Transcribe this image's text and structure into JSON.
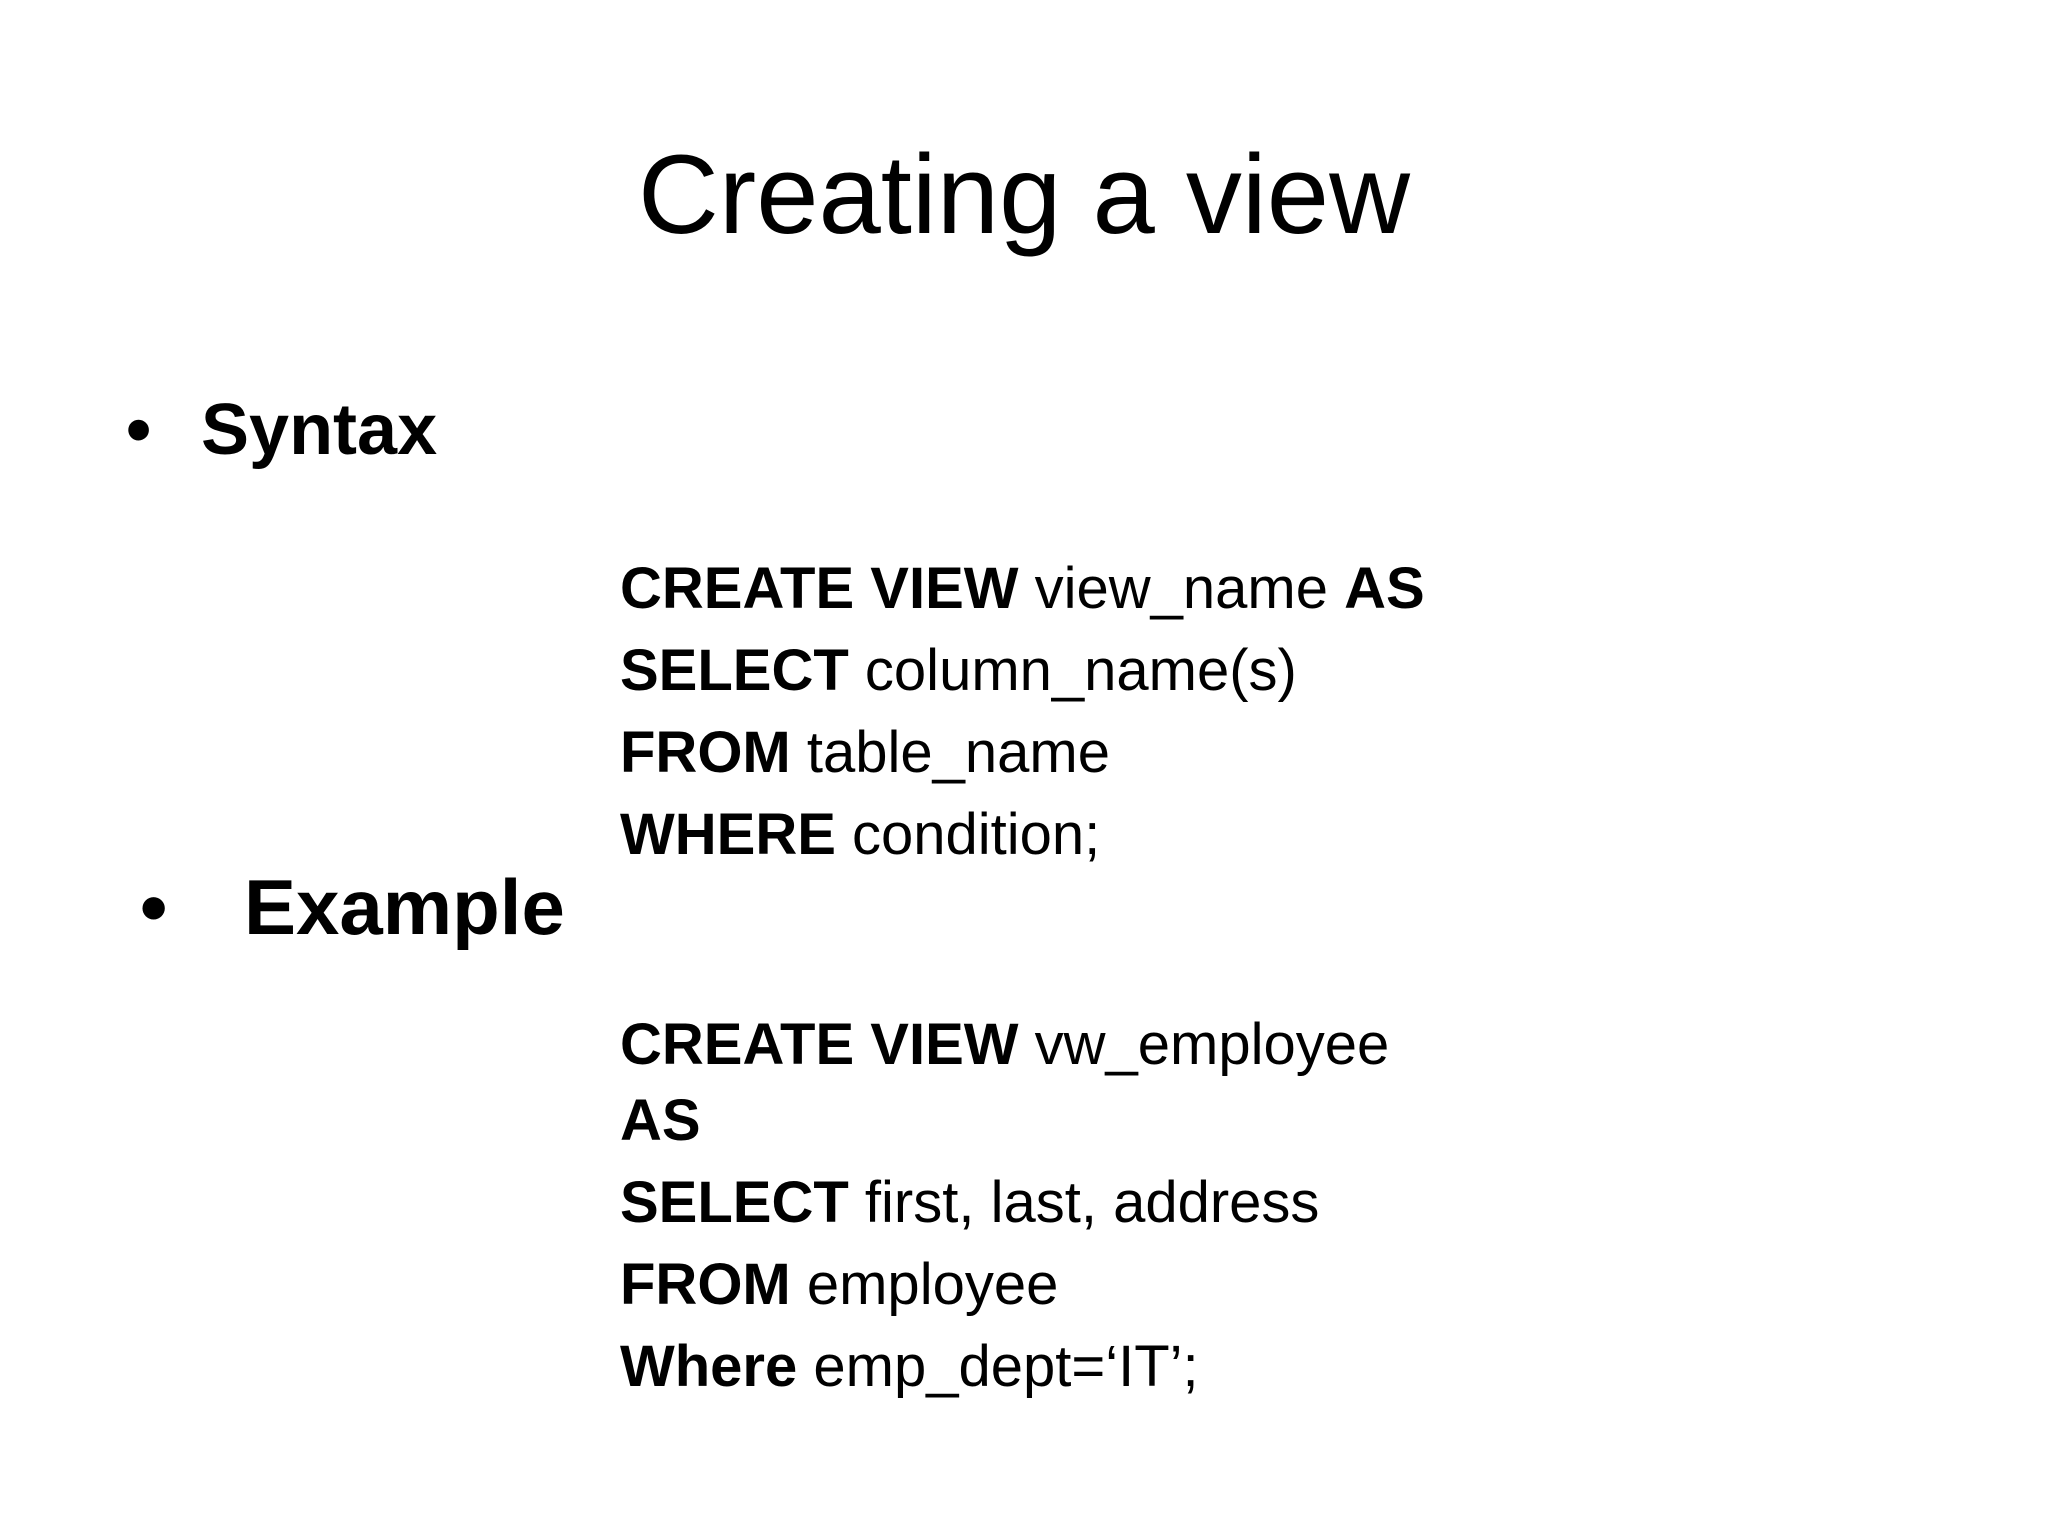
{
  "slide": {
    "title": "Creating a view",
    "bullets": [
      {
        "marker": "•",
        "label": "Syntax"
      },
      {
        "marker": "•",
        "label": "Example"
      }
    ],
    "syntax_code": [
      {
        "kw1": "CREATE VIEW",
        "text1": " view_name ",
        "kw2": "AS"
      },
      {
        "kw1": "SELECT",
        "text1": " column_name(s)"
      },
      {
        "kw1": "FROM",
        "text1": " table_name"
      },
      {
        "kw1": "WHERE",
        "text1": " condition;"
      }
    ],
    "example_code": [
      {
        "kw1": "CREATE VIEW",
        "text1": " vw_employee"
      },
      {
        "kw1": "AS"
      },
      {
        "kw1": "SELECT",
        "text1": " first, last, address"
      },
      {
        "kw1": "FROM",
        "text1": " employee"
      },
      {
        "kw1": "Where",
        "text1": " emp_dept=‘IT’;"
      }
    ]
  }
}
